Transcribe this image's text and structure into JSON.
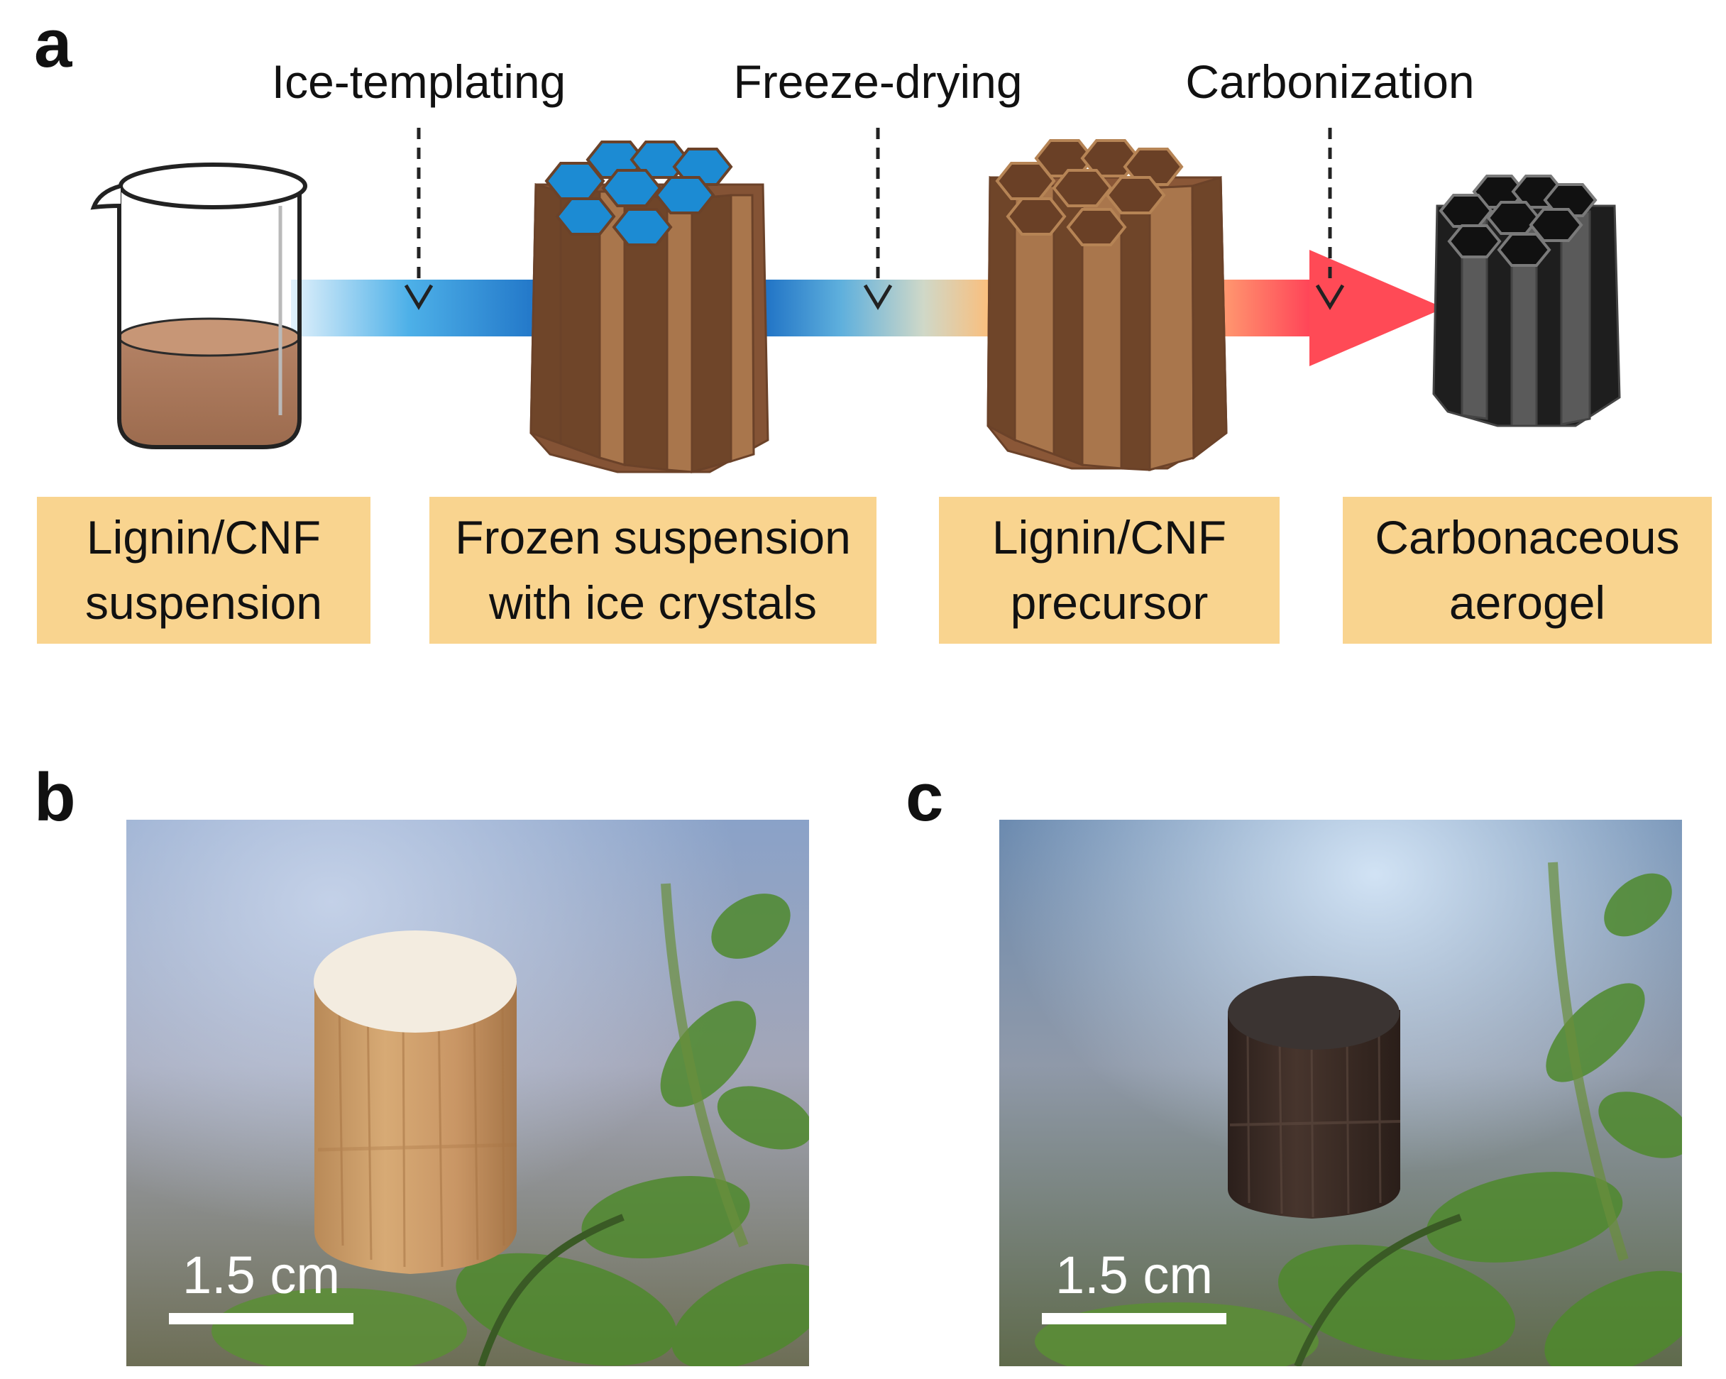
{
  "panels": {
    "a": "a",
    "b": "b",
    "c": "c"
  },
  "steps": [
    {
      "label": "Ice-templating"
    },
    {
      "label": "Freeze-drying"
    },
    {
      "label": "Carbonization"
    }
  ],
  "stages": [
    {
      "label": "Lignin/CNF\nsuspension"
    },
    {
      "label": "Frozen suspension\nwith ice crystals"
    },
    {
      "label": "Lignin/CNF\nprecursor"
    },
    {
      "label": "Carbonaceous\naerogel"
    }
  ],
  "photos": [
    {
      "scale_bar": "1.5 cm",
      "sample": "light-brown precursor cylinder"
    },
    {
      "scale_bar": "1.5 cm",
      "sample": "dark carbonized aerogel cylinder"
    }
  ],
  "colors": {
    "label_box": "#f9d48f",
    "ice_blue": "#1c8bd3",
    "precursor_brown": "#9c6b45",
    "carbon_red": "#ff5a5a",
    "carbon_black": "#2a2a2a"
  }
}
